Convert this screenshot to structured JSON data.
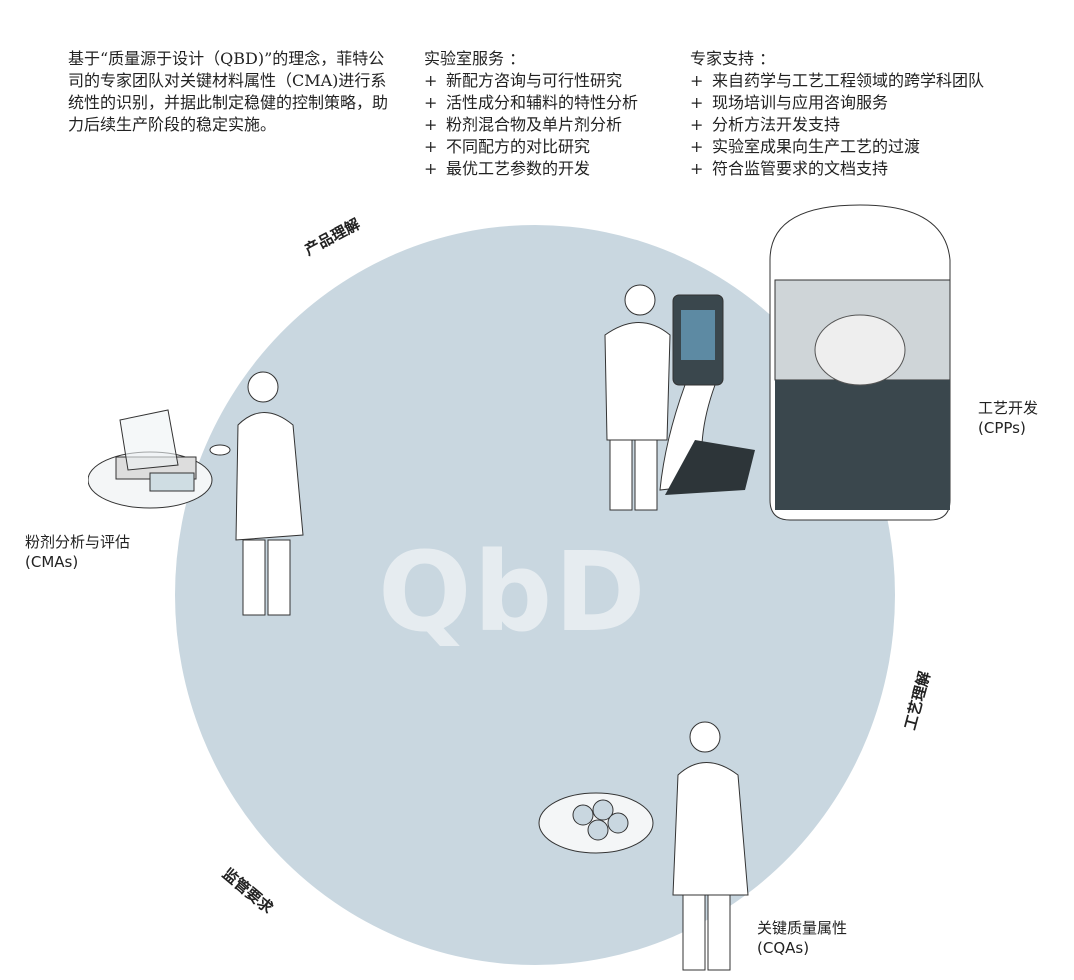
{
  "intro": "基于“质量源于设计（QBD)”的理念，菲特公司的专家团队对关键材料属性（CMA)进行系统性的识别，并据此制定稳健的控制策略，助力后续生产阶段的稳定实施。",
  "services": {
    "title": "实验室服务 ：",
    "items": [
      "新配方咨询与可行性研究",
      "活性成分和辅料的特性分析",
      "粉剂混合物及单片剂分析",
      "不同配方的对比研究",
      "最优工艺参数的开发"
    ]
  },
  "expert": {
    "title": "专家支持 ：",
    "items": [
      "来自药学与工艺工程领域的跨学科团队",
      "现场培训与应用咨询服务",
      "分析方法开发支持",
      "实验室成果向生产工艺的过渡",
      "符合监管要求的文档支持"
    ]
  },
  "center": "QbD",
  "arcs": {
    "product": "产品理解",
    "process": "工艺理解",
    "regulatory": "监管要求"
  },
  "stations": {
    "cma": {
      "name": "粉剂分析与评估",
      "code": "(CMAs)"
    },
    "cpp": {
      "name": "工艺开发",
      "code": "(CPPs)"
    },
    "cqa": {
      "name": "关键质量属性",
      "code": "(CQAs)"
    }
  },
  "colors": {
    "circle": "#c9d7e0",
    "machine": "#3a474d"
  }
}
